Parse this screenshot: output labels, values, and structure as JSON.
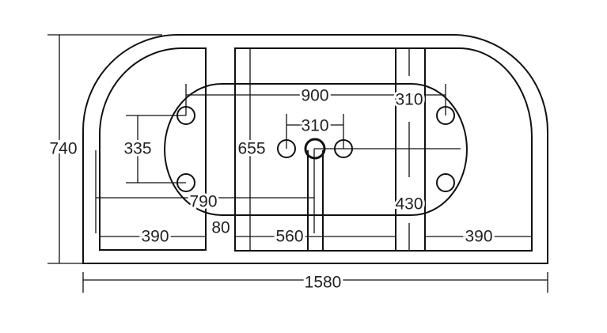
{
  "dimensions": {
    "overall_length": "1580",
    "overall_width": "740",
    "oval_length": "900",
    "tap_spacing": "310",
    "side_hole_offset": "310",
    "hole_spacing": "335",
    "inner_width": "655",
    "drain_offset": "790",
    "rim_gap": "80",
    "left_panel": "390",
    "center_panel": "560",
    "right_panel": "390",
    "center_offset": "430"
  }
}
